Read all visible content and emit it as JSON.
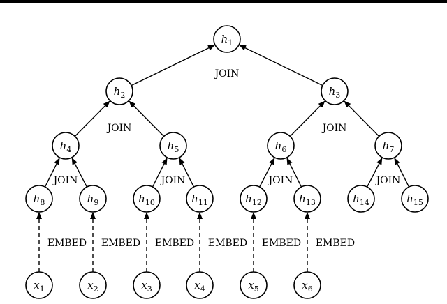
{
  "nodes": [
    {
      "id": "h1",
      "base": "h",
      "sub": "1"
    },
    {
      "id": "h2",
      "base": "h",
      "sub": "2"
    },
    {
      "id": "h3",
      "base": "h",
      "sub": "3"
    },
    {
      "id": "h4",
      "base": "h",
      "sub": "4"
    },
    {
      "id": "h5",
      "base": "h",
      "sub": "5"
    },
    {
      "id": "h6",
      "base": "h",
      "sub": "6"
    },
    {
      "id": "h7",
      "base": "h",
      "sub": "7"
    },
    {
      "id": "h8",
      "base": "h",
      "sub": "8"
    },
    {
      "id": "h9",
      "base": "h",
      "sub": "9"
    },
    {
      "id": "h10",
      "base": "h",
      "sub": "10"
    },
    {
      "id": "h11",
      "base": "h",
      "sub": "11"
    },
    {
      "id": "h12",
      "base": "h",
      "sub": "12"
    },
    {
      "id": "h13",
      "base": "h",
      "sub": "13"
    },
    {
      "id": "h14",
      "base": "h",
      "sub": "14"
    },
    {
      "id": "h15",
      "base": "h",
      "sub": "15"
    },
    {
      "id": "x1",
      "base": "x",
      "sub": "1"
    },
    {
      "id": "x2",
      "base": "x",
      "sub": "2"
    },
    {
      "id": "x3",
      "base": "x",
      "sub": "3"
    },
    {
      "id": "x4",
      "base": "x",
      "sub": "4"
    },
    {
      "id": "x5",
      "base": "x",
      "sub": "5"
    },
    {
      "id": "x6",
      "base": "x",
      "sub": "6"
    }
  ],
  "join_edges": [
    [
      "h2",
      "h1"
    ],
    [
      "h3",
      "h1"
    ],
    [
      "h4",
      "h2"
    ],
    [
      "h5",
      "h2"
    ],
    [
      "h6",
      "h3"
    ],
    [
      "h7",
      "h3"
    ],
    [
      "h8",
      "h4"
    ],
    [
      "h9",
      "h4"
    ],
    [
      "h10",
      "h5"
    ],
    [
      "h11",
      "h5"
    ],
    [
      "h12",
      "h6"
    ],
    [
      "h13",
      "h6"
    ],
    [
      "h14",
      "h7"
    ],
    [
      "h15",
      "h7"
    ]
  ],
  "embed_edges": [
    [
      "x1",
      "h8"
    ],
    [
      "x2",
      "h9"
    ],
    [
      "x3",
      "h10"
    ],
    [
      "x4",
      "h11"
    ],
    [
      "x5",
      "h12"
    ],
    [
      "x6",
      "h13"
    ]
  ],
  "join_labels": [
    {
      "id": "join-h1",
      "text": "JOIN"
    },
    {
      "id": "join-h2",
      "text": "JOIN"
    },
    {
      "id": "join-h3",
      "text": "JOIN"
    },
    {
      "id": "join-h4",
      "text": "JOIN"
    },
    {
      "id": "join-h5",
      "text": "JOIN"
    },
    {
      "id": "join-h6",
      "text": "JOIN"
    },
    {
      "id": "join-h7",
      "text": "JOIN"
    }
  ],
  "embed_labels": [
    {
      "id": "embed-1",
      "text": "EMBED"
    },
    {
      "id": "embed-2",
      "text": "EMBED"
    },
    {
      "id": "embed-3",
      "text": "EMBED"
    },
    {
      "id": "embed-4",
      "text": "EMBED"
    },
    {
      "id": "embed-5",
      "text": "EMBED"
    },
    {
      "id": "embed-6",
      "text": "EMBED"
    }
  ]
}
